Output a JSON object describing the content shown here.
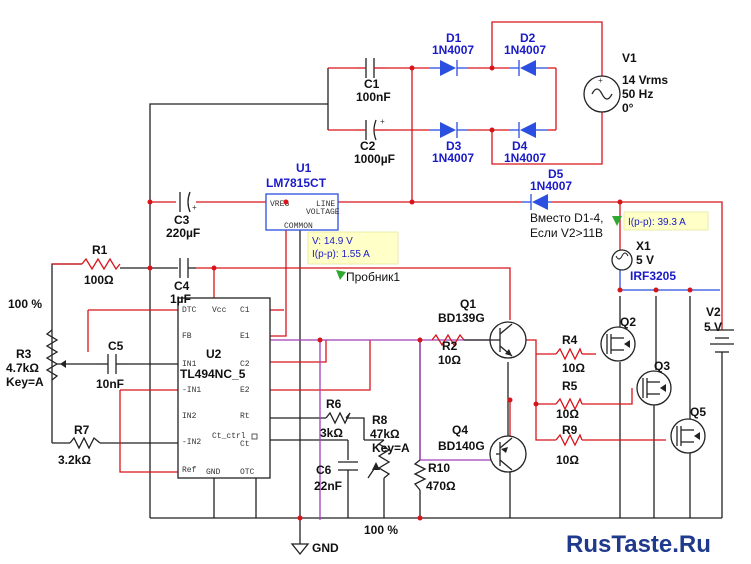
{
  "components": {
    "d1": {
      "ref": "D1",
      "part": "1N4007"
    },
    "d2": {
      "ref": "D2",
      "part": "1N4007"
    },
    "d3": {
      "ref": "D3",
      "part": "1N4007"
    },
    "d4": {
      "ref": "D4",
      "part": "1N4007"
    },
    "d5": {
      "ref": "D5",
      "part": "1N4007"
    },
    "c1": {
      "ref": "C1",
      "value": "100nF"
    },
    "c2": {
      "ref": "C2",
      "value": "1000µF"
    },
    "c3": {
      "ref": "C3",
      "value": "220µF"
    },
    "c4": {
      "ref": "C4",
      "value": "1µF"
    },
    "c5": {
      "ref": "C5",
      "value": "10nF"
    },
    "c6": {
      "ref": "C6",
      "value": "22nF"
    },
    "v1": {
      "ref": "V1",
      "value": "14 Vrms",
      "freq": "50 Hz",
      "phase": "0°"
    },
    "v2": {
      "ref": "V2",
      "value": "5 V"
    },
    "u1": {
      "ref": "U1",
      "part": "LM7815CT",
      "pin_vreg": "VREG",
      "pin_line": "LINE",
      "pin_voltage": "VOLTAGE",
      "pin_common": "COMMON"
    },
    "u2": {
      "ref": "U2",
      "part": "TL494NC_5",
      "pins_left": [
        "DTC",
        "FB",
        "IN1",
        "-IN1",
        "IN2",
        "-IN2",
        "Ref"
      ],
      "pins_right": [
        "Vcc",
        "C1",
        "E1",
        "C2",
        "E2",
        "Rt",
        "Ct_ctrl",
        "Ct"
      ],
      "pin_gnd": "GND",
      "pin_otc": "OTC"
    },
    "r1": {
      "ref": "R1",
      "value": "100Ω"
    },
    "r2": {
      "ref": "R2",
      "value": "10Ω"
    },
    "r3": {
      "ref": "R3",
      "value": "4.7kΩ",
      "key": "Key=A",
      "percent": "100 %"
    },
    "r4": {
      "ref": "R4",
      "value": "10Ω"
    },
    "r5": {
      "ref": "R5",
      "value": "10Ω"
    },
    "r6": {
      "ref": "R6",
      "value": "3kΩ"
    },
    "r7": {
      "ref": "R7",
      "value": "3.2kΩ"
    },
    "r8": {
      "ref": "R8",
      "value": "47kΩ",
      "key": "Key=A",
      "percent": "100 %"
    },
    "r9": {
      "ref": "R9",
      "value": "10Ω"
    },
    "r10": {
      "ref": "R10",
      "value": "470Ω"
    },
    "q1": {
      "ref": "Q1",
      "part": "BD139G"
    },
    "q4": {
      "ref": "Q4",
      "part": "BD140G"
    },
    "q2": {
      "ref": "Q2"
    },
    "q3": {
      "ref": "Q3"
    },
    "q5": {
      "ref": "Q5"
    },
    "x1": {
      "ref": "X1",
      "value": "5 V",
      "part": "IRF3205"
    },
    "gnd": "GND"
  },
  "probe1": {
    "name": "Пробник1",
    "voltage": "V: 14.9 V",
    "current": "I(p-p): 1.55 A"
  },
  "probe2": {
    "current": "I(p-p): 39.3 A"
  },
  "note": {
    "line1": "Вместо D1-4,",
    "line2": "Если V2>11В"
  },
  "brand": "RusTaste.Ru",
  "colors": {
    "wire": "#222222",
    "power": "#d8141b",
    "signal": "#a040b8",
    "diode": "#2b4fe0",
    "probe_bg": "#ffffc8"
  }
}
